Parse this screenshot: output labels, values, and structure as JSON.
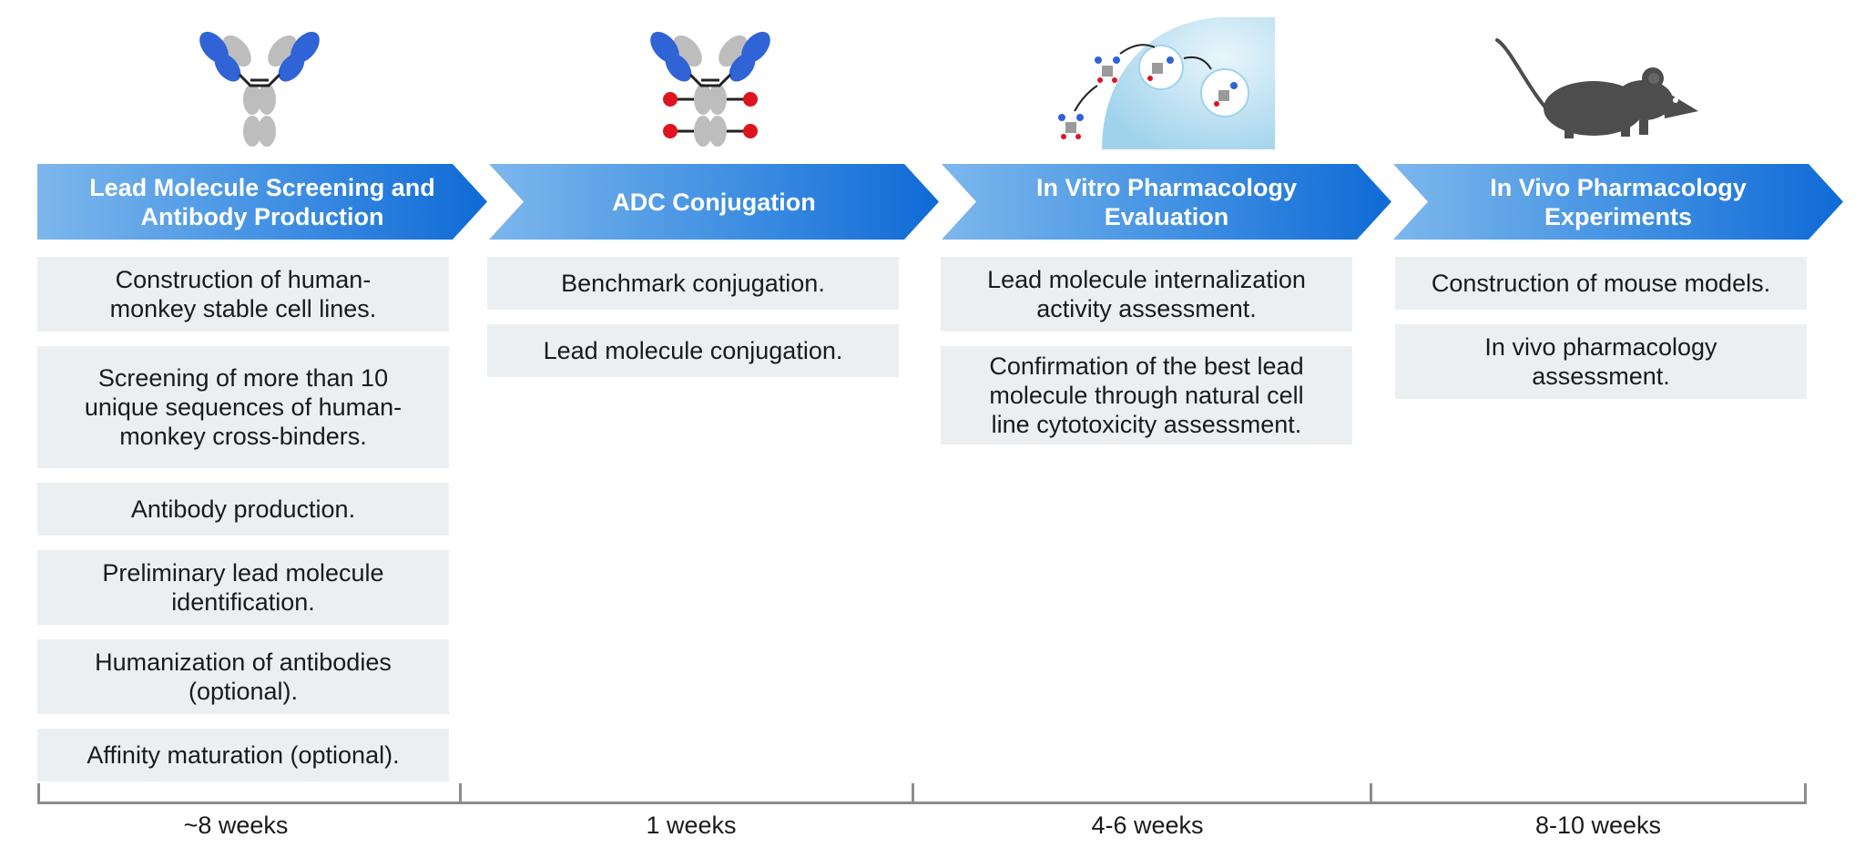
{
  "stages": [
    {
      "title": "Lead Molecule Screening and\nAntibody Production",
      "icon": "antibody-icon",
      "steps": [
        "Construction of human-\nmonkey stable cell lines.",
        "Screening of more than 10\nunique sequences of human-\nmonkey cross-binders.",
        "Antibody production.",
        "Preliminary lead molecule\nidentification.",
        "Humanization of antibodies\n(optional).",
        "Affinity maturation (optional)."
      ],
      "duration": "~8 weeks"
    },
    {
      "title": "ADC Conjugation",
      "icon": "adc-conjugate-icon",
      "steps": [
        "Benchmark conjugation.",
        "Lead molecule conjugation."
      ],
      "duration": "1 weeks"
    },
    {
      "title": "In Vitro Pharmacology\nEvaluation",
      "icon": "cell-internalization-icon",
      "steps": [
        "Lead molecule internalization\nactivity assessment.",
        "Confirmation of the best lead\nmolecule through natural cell\nline cytotoxicity assessment."
      ],
      "duration": "4-6 weeks"
    },
    {
      "title": "In Vivo Pharmacology\nExperiments",
      "icon": "mouse-icon",
      "steps": [
        "Construction of mouse models.",
        "In vivo pharmacology\nassessment."
      ],
      "duration": "8-10 weeks"
    }
  ],
  "colors": {
    "chevron_light": "#7db7ec",
    "chevron_dark": "#0f6ad6",
    "box_bg": "#eceff2",
    "antibody_blue": "#2f63d6",
    "antibody_gray": "#bdbdbd",
    "payload_red": "#e0141e",
    "mouse_gray": "#4d4d4d"
  }
}
